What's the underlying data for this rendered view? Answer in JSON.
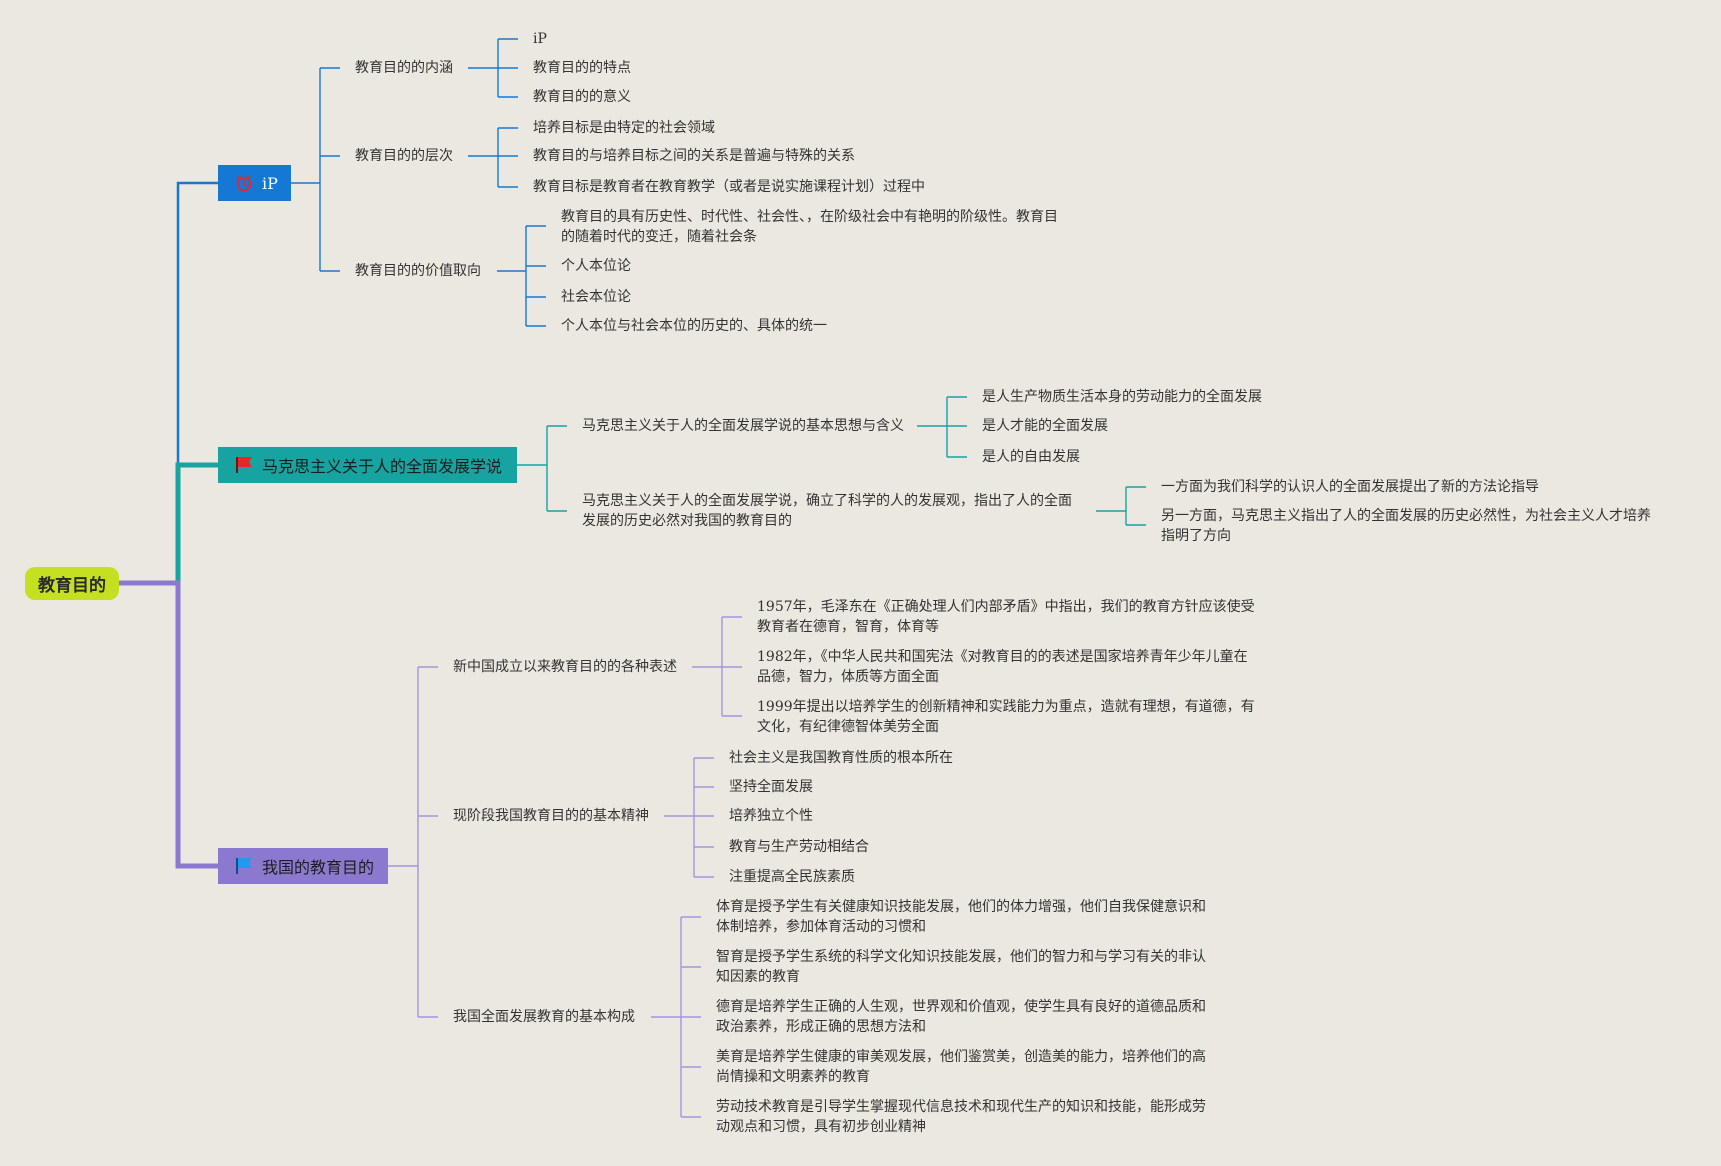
{
  "root": {
    "label": "教育目的",
    "color": "#c5e021"
  },
  "branches": [
    {
      "label": "iP",
      "icon": "alarm-clock-icon",
      "color": "#1478d4",
      "children": [
        {
          "label": "教育目的的内涵",
          "children": [
            "iP",
            "教育目的的特点",
            "教育目的的意义"
          ]
        },
        {
          "label": "教育目的的层次",
          "children": [
            "培养目标是由特定的社会领域",
            "教育目的与培养目标之间的关系是普遍与特殊的关系",
            "教育目标是教育者在教育教学（或者是说实施课程计划）过程中"
          ]
        },
        {
          "label": "教育目的的价值取向",
          "children": [
            "教育目的具有历史性、时代性、社会性、，在阶级社会中有艳明的阶级性。教育目的随着时代的变迁，随着社会条",
            "个人本位论",
            "社会本位论",
            "个人本位与社会本位的历史的、具体的统一"
          ]
        }
      ]
    },
    {
      "label": "马克思主义关于人的全面发展学说",
      "icon": "red-flag-icon",
      "color": "#17a3a0",
      "children": [
        {
          "label": "马克思主义关于人的全面发展学说的基本思想与含义",
          "children": [
            "是人生产物质生活本身的劳动能力的全面发展",
            "是人才能的全面发展",
            "是人的自由发展"
          ]
        },
        {
          "label": "马克思主义关于人的全面发展学说，确立了科学的人的发展观，指出了人的全面发展的历史必然对我国的教育目的",
          "children": [
            "一方面为我们科学的认识人的全面发展提出了新的方法论指导",
            "另一方面，马克思主义指出了人的全面发展的历史必然性，为社会主义人才培养指明了方向"
          ]
        }
      ]
    },
    {
      "label": "我国的教育目的",
      "icon": "blue-flag-icon",
      "color": "#8b79d0",
      "children": [
        {
          "label": "新中国成立以来教育目的的各种表述",
          "children": [
            "1957年，毛泽东在《正确处理人们内部矛盾》中指出，我们的教育方针应该使受教育者在德育，智育，体育等",
            "1982年，《中华人民共和国宪法《对教育目的的表述是国家培养青年少年儿童在品德，智力，体质等方面全面",
            "1999年提出以培养学生的创新精神和实践能力为重点，造就有理想，有道德，有文化，有纪律德智体美劳全面"
          ]
        },
        {
          "label": "现阶段我国教育目的的基本精神",
          "children": [
            "社会主义是我国教育性质的根本所在",
            "坚持全面发展",
            "培养独立个性",
            "教育与生产劳动相结合",
            "注重提高全民族素质"
          ]
        },
        {
          "label": "我国全面发展教育的基本构成",
          "children": [
            "体育是授予学生有关健康知识技能发展，他们的体力增强，他们自我保健意识和体制培养，参加体育活动的习惯和",
            "智育是授予学生系统的科学文化知识技能发展，他们的智力和与学习有关的非认知因素的教育",
            "德育是培养学生正确的人生观，世界观和价值观，使学生具有良好的道德品质和政治素养，形成正确的思想方法和",
            "美育是培养学生健康的审美观发展，他们鉴赏美，创造美的能力，培养他们的高尚情操和文明素养的教育",
            "劳动技术教育是引导学生掌握现代信息技术和现代生产的知识和技能，能形成劳动观点和习惯，具有初步创业精神"
          ]
        }
      ]
    }
  ]
}
